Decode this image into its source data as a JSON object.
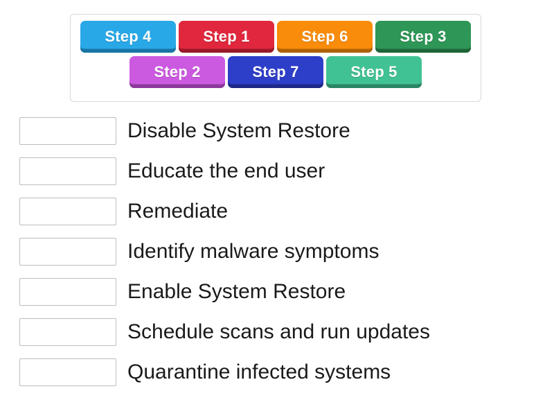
{
  "activity": {
    "type": "match-up-ordering",
    "tray": {
      "rows": [
        {
          "tiles": [
            {
              "label": "Step 4",
              "color": "#29a8e8",
              "shade": "#1c8dc6"
            },
            {
              "label": "Step 1",
              "color": "#e0273d",
              "shade": "#b91e31"
            },
            {
              "label": "Step 6",
              "color": "#f98c0a",
              "shade": "#d27507"
            },
            {
              "label": "Step 3",
              "color": "#2e9656",
              "shade": "#237a44"
            }
          ]
        },
        {
          "tiles": [
            {
              "label": "Step 2",
              "color": "#cc5ae0",
              "shade": "#a945bb"
            },
            {
              "label": "Step 7",
              "color": "#2d3ec9",
              "shade": "#2331a3"
            },
            {
              "label": "Step 5",
              "color": "#41c294",
              "shade": "#33a17a"
            }
          ]
        }
      ]
    },
    "answers": [
      {
        "blank_value": "",
        "text": "Disable System Restore"
      },
      {
        "blank_value": "",
        "text": "Educate the end user"
      },
      {
        "blank_value": "",
        "text": "Remediate"
      },
      {
        "blank_value": "",
        "text": "Identify malware symptoms"
      },
      {
        "blank_value": "",
        "text": "Enable System Restore"
      },
      {
        "blank_value": "",
        "text": "Schedule scans and run updates"
      },
      {
        "blank_value": "",
        "text": "Quarantine infected systems"
      }
    ]
  }
}
